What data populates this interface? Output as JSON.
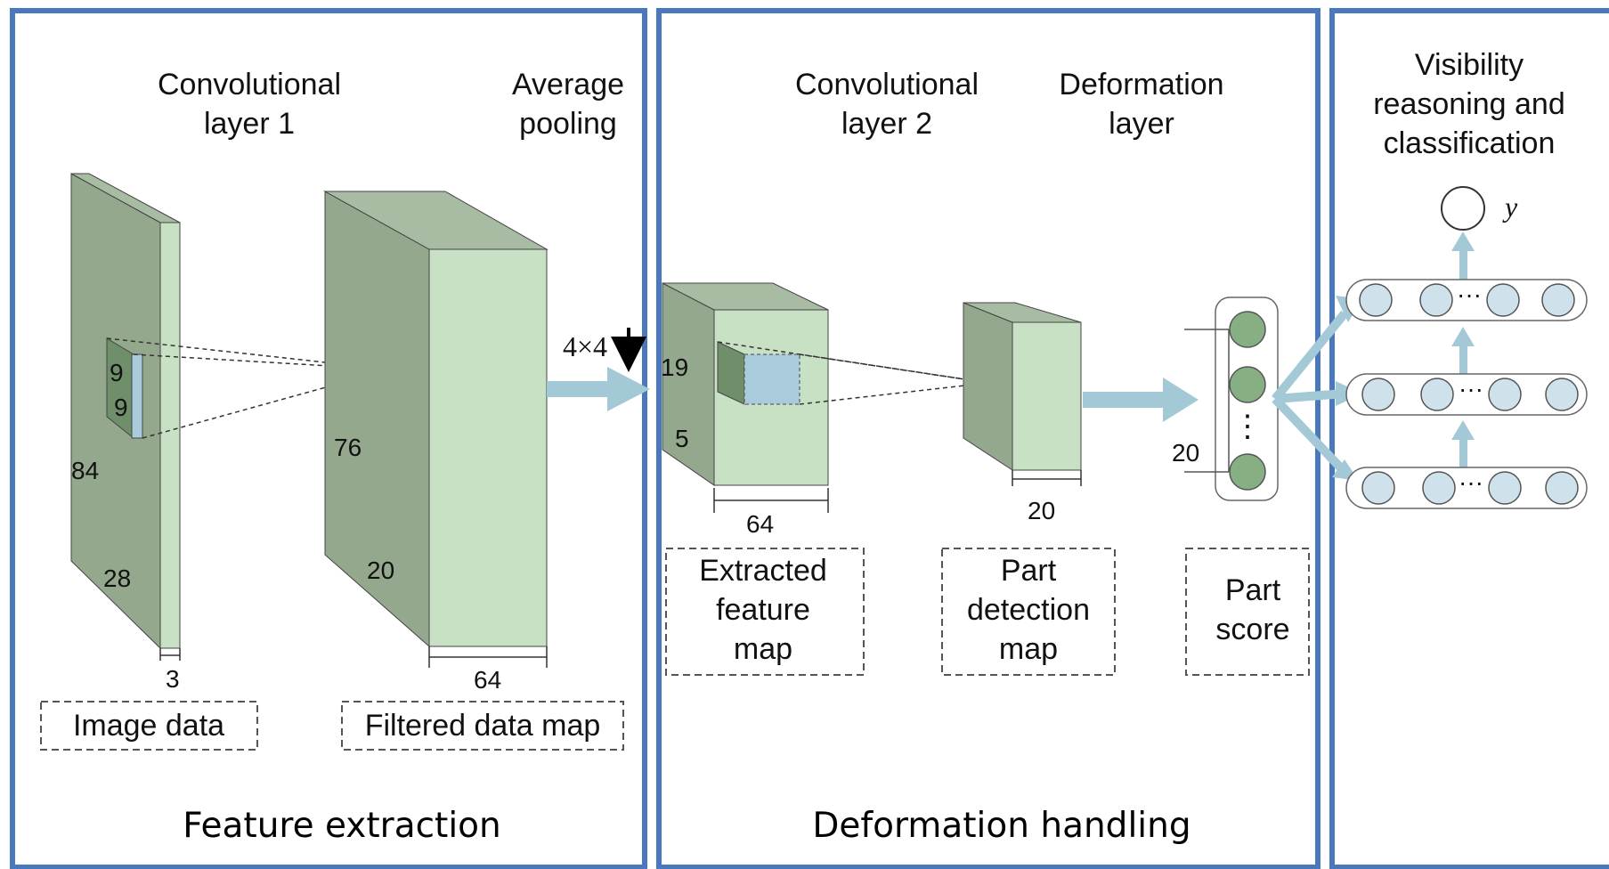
{
  "colors": {
    "panel_border": "#4a78bd",
    "block_dark": "#94a88e",
    "block_mid": "#a8bba3",
    "block_light": "#c8e0c3",
    "filter_blue": "#a9cbdc",
    "arrow": "#a3c8d6",
    "node_green": "#86b083",
    "node_blue": "#cfe2ec"
  },
  "panels": {
    "feature_extraction": {
      "caption": "Feature extraction",
      "conv1_title": [
        "Convolutional",
        "layer 1"
      ],
      "pool_title": [
        "Average",
        "pooling"
      ],
      "image_block": {
        "height": "84",
        "depth": "28",
        "channels": "3"
      },
      "filter": {
        "h": "9",
        "w": "9"
      },
      "filtered_block": {
        "height": "76",
        "depth": "20",
        "width": "64"
      },
      "image_box": "Image data",
      "filtered_box": "Filtered data map",
      "pool_size": "4×4"
    },
    "deformation_handling": {
      "caption": "Deformation handling",
      "conv2_title": [
        "Convolutional",
        "layer 2"
      ],
      "deform_title": [
        "Deformation",
        "layer"
      ],
      "feature_block": {
        "h": "19",
        "d": "5",
        "width": "64"
      },
      "part_block": {
        "width": "20"
      },
      "score_count": "20",
      "score_dots": "⋮",
      "feature_box": [
        "Extracted",
        "feature",
        "map"
      ],
      "part_box": [
        "Part",
        "detection",
        "map"
      ],
      "score_box": [
        "Part",
        "score"
      ]
    },
    "visibility": {
      "title": [
        "Visibility",
        "reasoning and",
        "classification"
      ],
      "output_label": "y",
      "row_ellipsis": "···"
    }
  }
}
